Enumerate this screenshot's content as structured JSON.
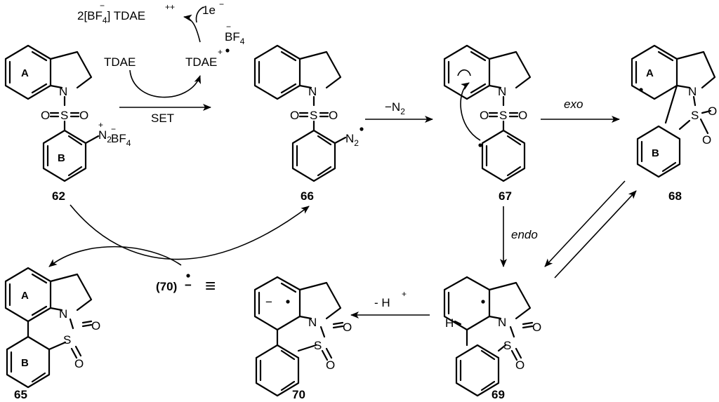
{
  "compounds": {
    "c62": "62",
    "c66": "66",
    "c67": "67",
    "c68": "68",
    "c69": "69",
    "c70": "70",
    "c65": "65"
  },
  "rings": {
    "a": "A",
    "b": "B"
  },
  "atoms": {
    "n": "N",
    "s": "S",
    "o": "O",
    "h": "H",
    "n2": "N",
    "n2_sub": "2",
    "bf4": "BF",
    "bf4_sub": "4"
  },
  "charges": {
    "plus": "+",
    "minus": "−",
    "plusplus": "++"
  },
  "reagents": {
    "tdae": "TDAE",
    "tdae_cation": "TDAE",
    "tdae_dication_prefix": "2[BF",
    "tdae_dication_sub": "4",
    "tdae_dication_suffix": "] TDAE",
    "one_electron": "1e",
    "set": "SET",
    "minus_n2": "−N",
    "minus_n2_sub": "2",
    "exo": "exo",
    "endo": "endo",
    "minus_h": "- H",
    "anion_label": "(70)",
    "equivalent": "≡"
  }
}
